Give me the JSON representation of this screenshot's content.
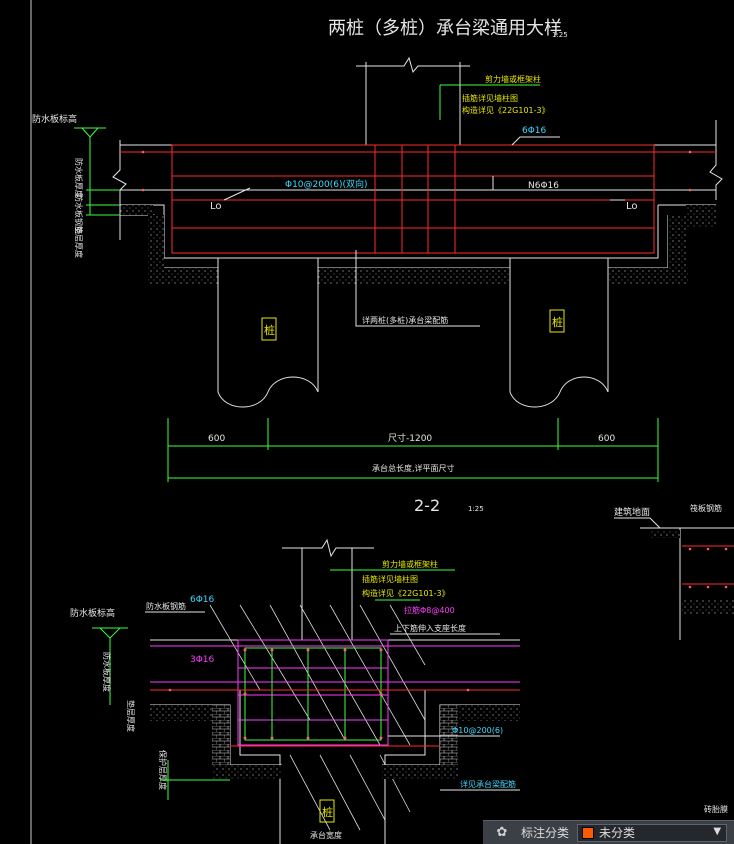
{
  "labels": {
    "title": "两桩（多桩）承台梁通用大样",
    "title_scale": "1:25",
    "upper_note_1": "剪力墙或框架柱",
    "upper_note_2": "插筋详见墙柱图",
    "upper_note_3": "构造详见《22G101-3》",
    "water_board_elev": "防水板标高",
    "water_board_thk": "防水板厚度",
    "water_board_rebar": "防水板钢筋",
    "cushion_thk": "垫层厚度",
    "rebar_top": "6Φ16",
    "rebar_stirrup": "Φ10@200(6)(双向)",
    "rebar_side": "N6Φ16",
    "lo_left": "Lo",
    "lo_right": "Lo",
    "pile_left": "桩",
    "pile_right": "桩",
    "beam_rebar_note": "详两桩(多桩)承台梁配筋",
    "dim_left": "600",
    "dim_mid": "尺寸-1200",
    "dim_right": "600",
    "dim_total": "承台总长度,详平面尺寸",
    "section_title": "2-2",
    "section_scale": "1:25",
    "s_upper_note_1": "剪力墙或框架柱",
    "s_upper_note_2": "插筋详见墙柱图",
    "s_upper_note_3": "构造详见《22G101-3》",
    "s_water_board_elev": "防水板标高",
    "s_water_board_rebar": "防水板钢筋",
    "s_top_rebar": "6Φ16",
    "s_side_rebar": "3Φ16",
    "s_stirrup_note": "拉筋Φ8@400",
    "s_top_note": "上下筋伸入支座长度",
    "s_water_board_thk": "防水板厚度",
    "s_cushion": "垫层厚度",
    "s_cover": "保护层厚度",
    "s_stirrup": "Φ10@200(6)",
    "s_beam_rebar_note": "详见承台梁配筋",
    "s_pile": "桩",
    "s_width": "承台宽度",
    "ground_label": "建筑地面",
    "floor_rebar": "筏板钢筋",
    "brick_label": "砖胎膜"
  },
  "toolbar": {
    "icon": "tag-icon",
    "category_label": "标注分类",
    "category_value": "未分类",
    "swatch_color": "#ff5a00"
  },
  "colors": {
    "background": "#000000",
    "rebar": "#ff2a2a",
    "dimension": "#3cff3c",
    "note": "#e8e800",
    "structure": "#e6e6e6"
  }
}
